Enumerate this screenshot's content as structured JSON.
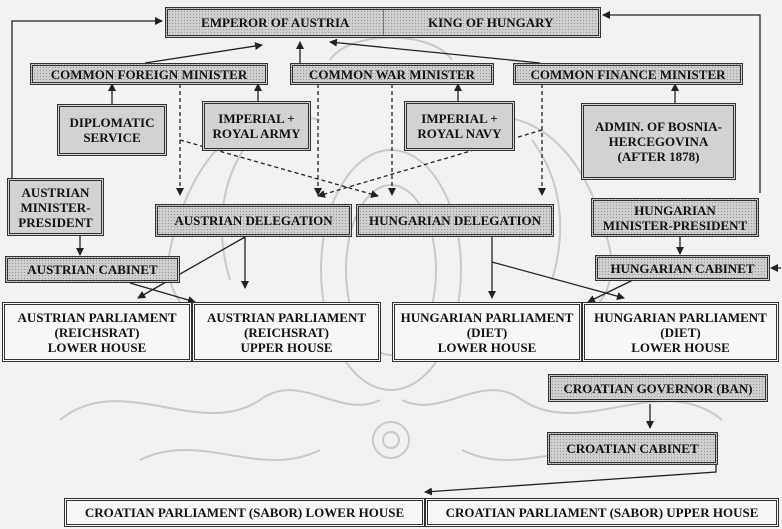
{
  "boxes": {
    "emperor": "EMPEROR OF AUSTRIA",
    "king": "KING OF HUNGARY",
    "foreign_minister": "COMMON FOREIGN MINISTER",
    "war_minister": "COMMON WAR MINISTER",
    "finance_minister": "COMMON FINANCE MINISTER",
    "diplomatic_service": [
      "DIPLOMATIC",
      "SERVICE"
    ],
    "imperial_army": [
      "IMPERIAL +",
      "ROYAL ARMY"
    ],
    "imperial_navy": [
      "IMPERIAL +",
      "ROYAL NAVY"
    ],
    "bosnia_admin": [
      "ADMIN. OF BOSNIA-",
      "HERCEGOVINA",
      "(AFTER 1878)"
    ],
    "austrian_minister_president": [
      "AUSTRIAN",
      "MINISTER-",
      "PRESIDENT"
    ],
    "austrian_delegation": "AUSTRIAN DELEGATION",
    "hungarian_delegation": "HUNGARIAN DELEGATION",
    "hungarian_minister_president": [
      "HUNGARIAN",
      "MINISTER-PRESIDENT"
    ],
    "austrian_cabinet": "AUSTRIAN CABINET",
    "hungarian_cabinet": "HUNGARIAN CABINET",
    "austrian_parliament_lower": [
      "AUSTRIAN PARLIAMENT",
      "(REICHSRAT)",
      "LOWER HOUSE"
    ],
    "austrian_parliament_upper": [
      "AUSTRIAN PARLIAMENT",
      "(REICHSRAT)",
      "UPPER HOUSE"
    ],
    "hungarian_parliament_lower_1": [
      "HUNGARIAN PARLIAMENT",
      "(DIET)",
      "LOWER HOUSE"
    ],
    "hungarian_parliament_lower_2": [
      "HUNGARIAN PARLIAMENT",
      "(DIET)",
      "LOWER HOUSE"
    ],
    "croatian_governor": "CROATIAN GOVERNOR (BAN)",
    "croatian_cabinet": "CROATIAN CABINET",
    "croatian_sabor_lower": "CROATIAN PARLIAMENT (SABOR) LOWER HOUSE",
    "croatian_sabor_upper": "CROATIAN PARLIAMENT (SABOR) UPPER HOUSE"
  }
}
